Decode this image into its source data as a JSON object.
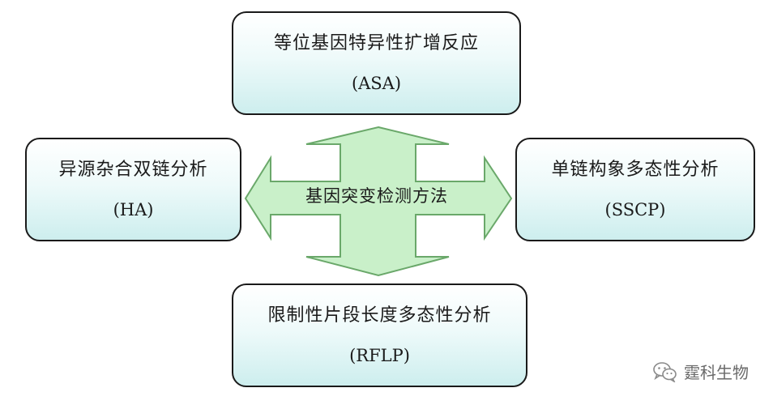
{
  "center": {
    "label": "基因突变检测方法"
  },
  "methods": {
    "top": {
      "title": "等位基因特异性扩增反应",
      "abbr": "(ASA)"
    },
    "left": {
      "title": "异源杂合双链分析",
      "abbr": "(HA)"
    },
    "right": {
      "title": "单链构象多态性分析",
      "abbr": "(SSCP)"
    },
    "bottom": {
      "title": "限制性片段长度多态性分析",
      "abbr": "(RFLP)"
    }
  },
  "watermark": {
    "text": "霆科生物",
    "icon": "wechat-icon"
  },
  "colors": {
    "arrow_fill": "#c9f0c9",
    "arrow_stroke": "#6aa86a",
    "box_border": "#1a1a1a"
  }
}
